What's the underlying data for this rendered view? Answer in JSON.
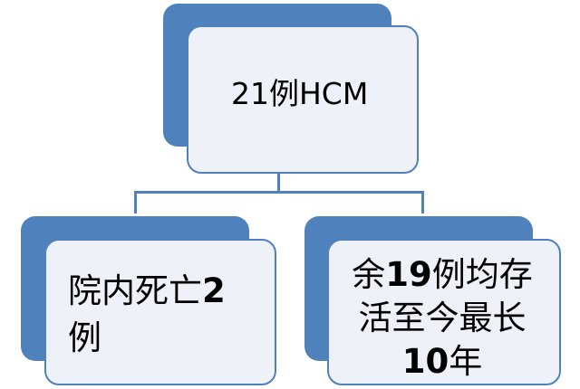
{
  "diagram": {
    "top_node": {
      "label": "21例HCM"
    },
    "left_node": {
      "line1_text": "院内死亡",
      "line1_number": "2",
      "line2_text": "例"
    },
    "right_node": {
      "line1_text_a": "余",
      "line1_number": "19",
      "line1_text_b": "例均存",
      "line2_text": "活至今最长",
      "line3_number": "10",
      "line3_text": "年"
    },
    "colors": {
      "accent": "#4f81bd",
      "box_fill": "#eef2f8",
      "text": "#000000"
    }
  }
}
